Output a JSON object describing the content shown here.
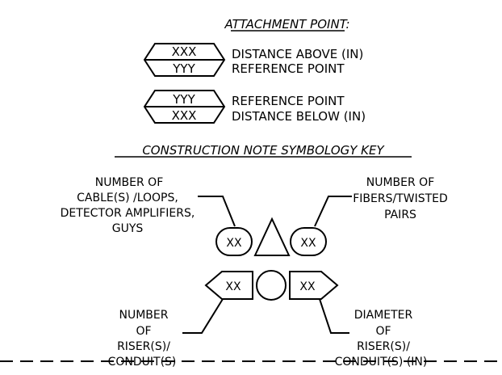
{
  "attachment": {
    "heading": "ATTACHMENT POINT:",
    "above": {
      "top_code": "XXX",
      "bottom_code": "YYY",
      "line1": "DISTANCE ABOVE  (IN)",
      "line2": "REFERENCE POINT"
    },
    "below": {
      "top_code": "YYY",
      "bottom_code": "XXX",
      "line1": "REFERENCE POINT",
      "line2": "DISTANCE BELOW   (IN)"
    }
  },
  "symbology": {
    "heading": "CONSTRUCTION  NOTE SYMBOLOGY KEY",
    "left_label_lines": [
      "NUMBER OF",
      "CABLE(S) /LOOPS,",
      "DETECTOR AMPLIFIERS,",
      "GUYS"
    ],
    "right_label_lines": [
      "NUMBER  OF",
      "FIBERS/TWISTED",
      "PAIRS"
    ],
    "left_tag": "XX",
    "right_tag": "XX",
    "left_arrow_tag": "XX",
    "right_arrow_tag": "XX",
    "bottom_left_lines": [
      "NUMBER",
      "OF",
      "RISER(S)/",
      "CONDUIT(S)"
    ],
    "bottom_right_lines": [
      "DIAMETER",
      "OF",
      "RISER(S)/",
      "CONDUIT(S) (IN)"
    ]
  }
}
